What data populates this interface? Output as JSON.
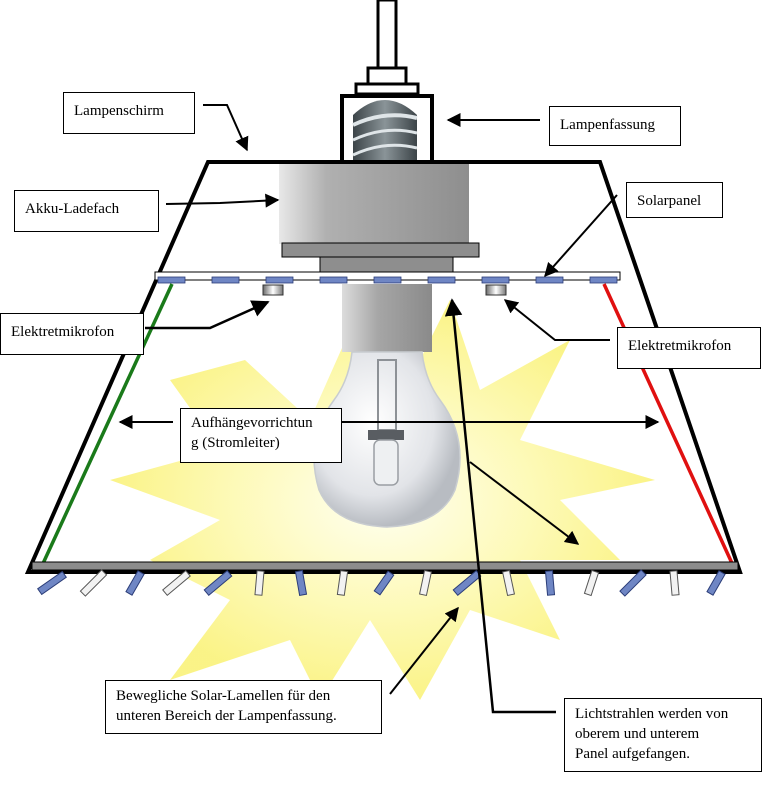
{
  "diagram": {
    "title": "",
    "labels": {
      "lampenschirm": "Lampenschirm",
      "lampenfassung": "Lampenfassung",
      "akku_ladefach": "Akku-Ladefach",
      "solarpanel": "Solarpanel",
      "elektretmikrofon_left": "Elektretmikrofon",
      "elektretmikrofon_right": "Elektretmikrofon",
      "aufhaengevorrichtung_line1": "Aufhängevorrichtun",
      "aufhaengevorrichtung_line2": "g (Stromleiter)",
      "lamellen_line1": "Bewegliche Solar-Lamellen für den",
      "lamellen_line2": "unteren Bereich der Lampenfassung.",
      "lichtstrahlen_line1": "Lichtstrahlen werden von",
      "lichtstrahlen_line2": "oberem und unterem",
      "lichtstrahlen_line3": "Panel  aufgefangen."
    },
    "colors": {
      "outline": "#000000",
      "wire_left": "#1a7a1a",
      "wire_right": "#e01010",
      "solar_cell": "#6f86c4",
      "light_glow": "#fbf58a",
      "housing_gray": "#9a9a9a",
      "panel_bar": "#8c8c8c"
    },
    "lamellae": [
      {
        "type": "solar"
      },
      {
        "type": "plain"
      },
      {
        "type": "solar"
      },
      {
        "type": "plain"
      },
      {
        "type": "solar"
      },
      {
        "type": "plain"
      },
      {
        "type": "solar"
      },
      {
        "type": "plain"
      },
      {
        "type": "solar"
      },
      {
        "type": "plain"
      },
      {
        "type": "solar"
      },
      {
        "type": "plain"
      },
      {
        "type": "solar"
      },
      {
        "type": "plain"
      },
      {
        "type": "solar"
      },
      {
        "type": "plain"
      },
      {
        "type": "solar"
      }
    ]
  }
}
